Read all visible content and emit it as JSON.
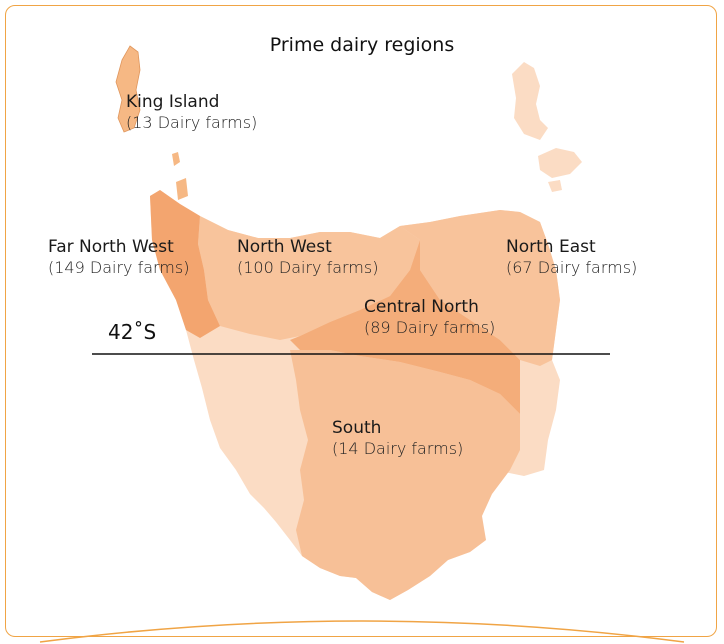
{
  "map": {
    "title": "Prime dairy regions",
    "latitude_label": "42˚S",
    "regions": [
      {
        "id": "king-island",
        "name": "King Island",
        "count": "(13 Dairy farms)",
        "color": "#f6b884"
      },
      {
        "id": "far-north-west",
        "name": "Far North West",
        "count": "(149 Dairy farms)",
        "color": "#f3a56f"
      },
      {
        "id": "north-west",
        "name": "North West",
        "count": "(100 Dairy farms)",
        "color": "#f8c49c"
      },
      {
        "id": "north-east",
        "name": "North East",
        "count": "(67 Dairy farms)",
        "color": "#f8c39b"
      },
      {
        "id": "central-north",
        "name": "Central North",
        "count": "(89 Dairy farms)",
        "color": "#f4ad7a"
      },
      {
        "id": "south",
        "name": "South",
        "count": "(14 Dairy farms)",
        "color": "#f7c097"
      }
    ],
    "colors": {
      "frame": "#f0a445",
      "outer_light": "#fbdcc4",
      "line": "#111111"
    }
  }
}
